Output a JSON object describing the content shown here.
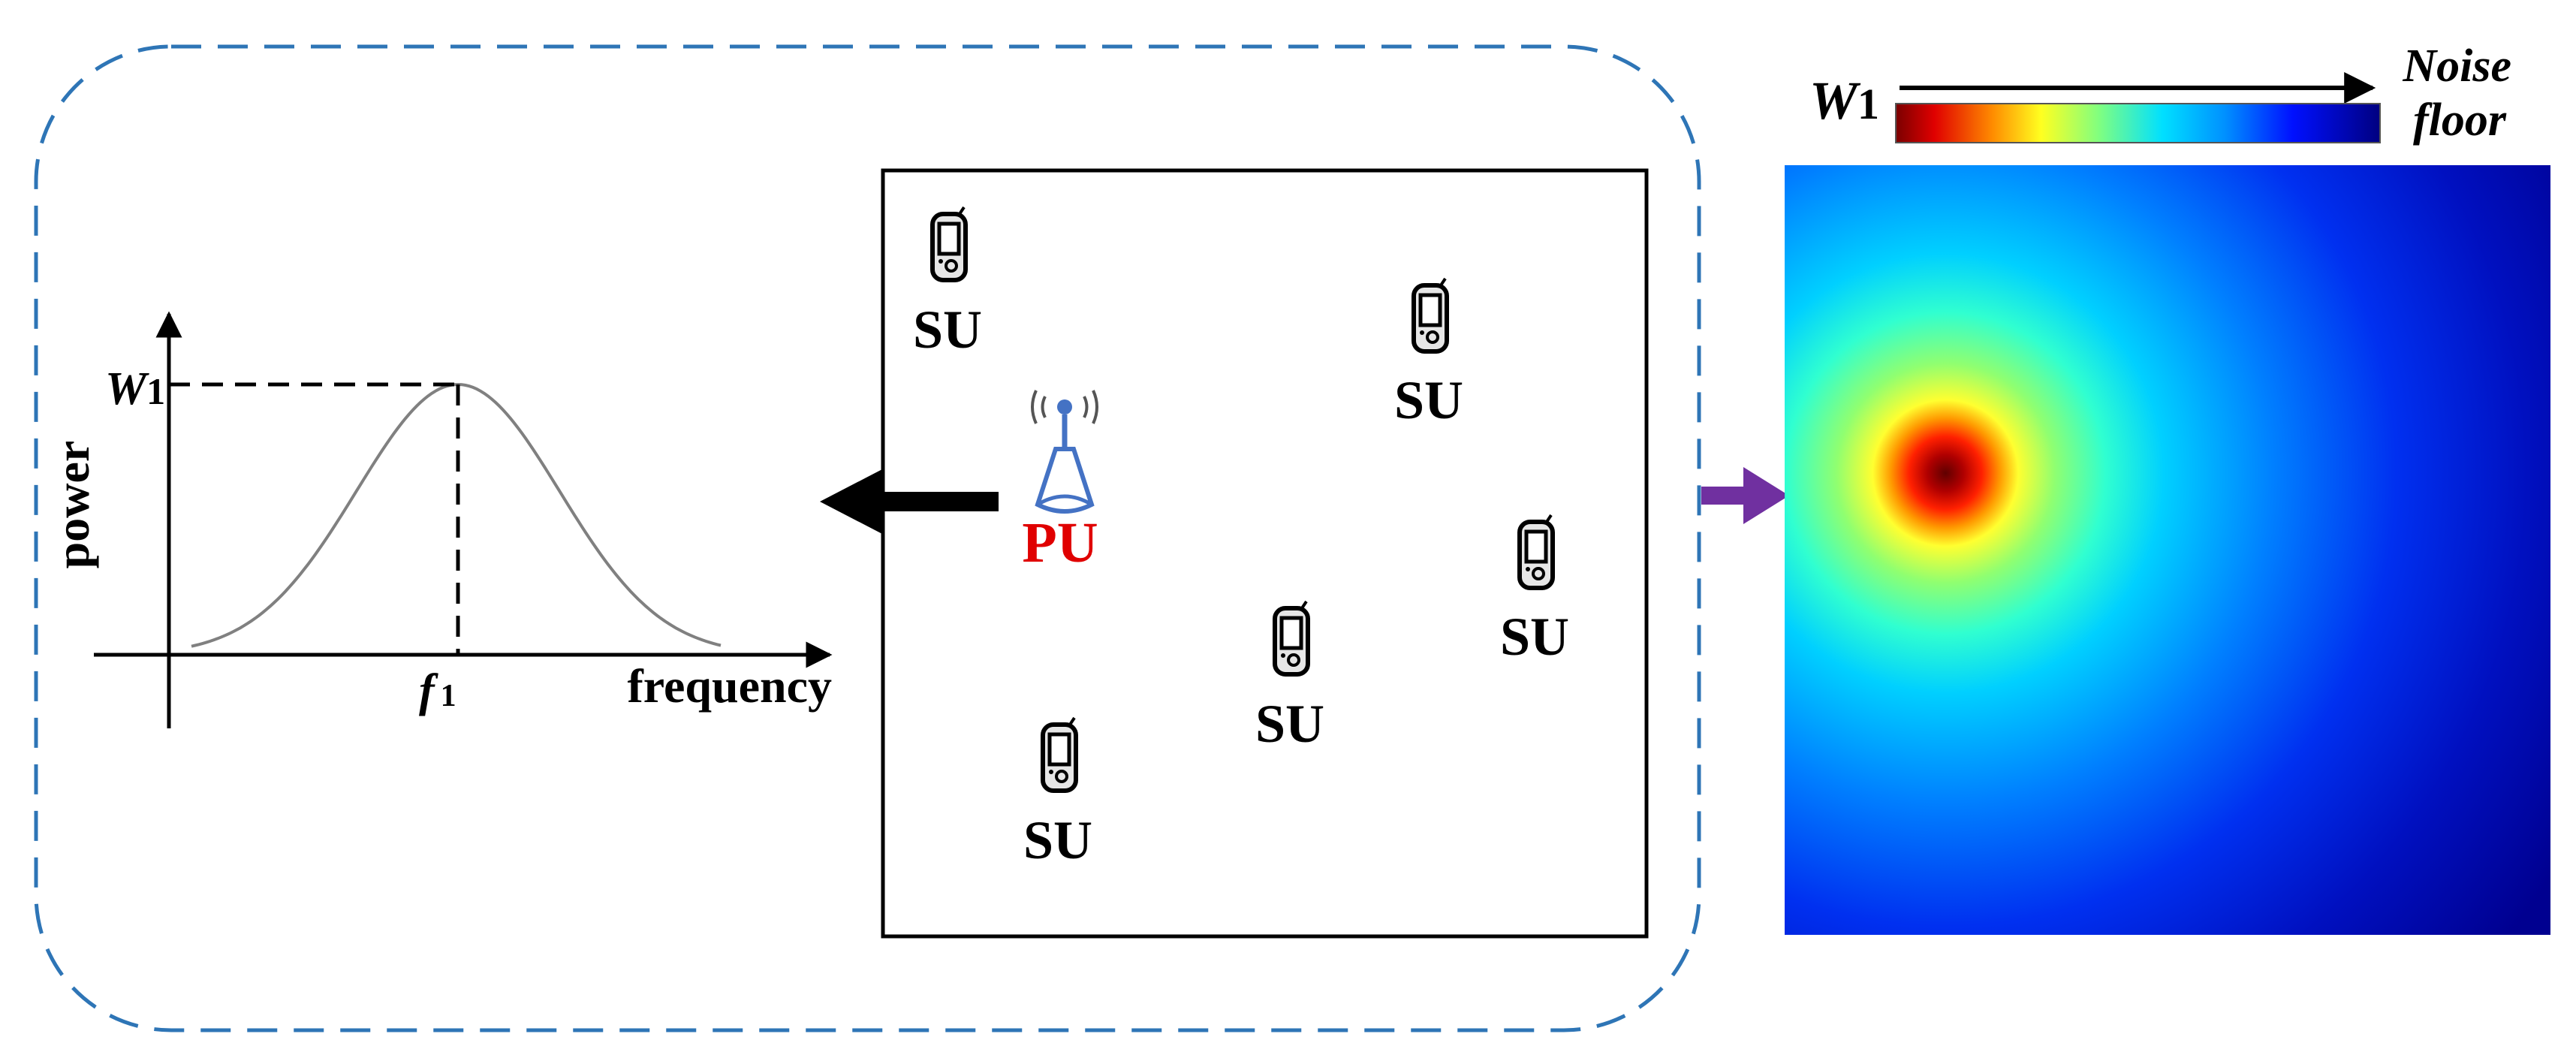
{
  "left_panel": {
    "spectrum": {
      "y_axis_label": "power",
      "x_axis_label": "frequency",
      "peak_label": {
        "main": "W",
        "sub": "1"
      },
      "freq_label": {
        "main": "f",
        "sub": "1"
      }
    }
  },
  "field": {
    "pu_label": "PU",
    "su_labels": [
      "SU",
      "SU",
      "SU",
      "SU",
      "SU"
    ]
  },
  "colorbar": {
    "left_label": {
      "main": "W",
      "sub": "1"
    },
    "right_label_line1": "Noise",
    "right_label_line2": "floor"
  },
  "colors": {
    "dashed_border": "#2E75B6",
    "pu_text": "#E00000",
    "pu_tower": "#4472C4",
    "output_arrow": "#7030A0",
    "input_arrow": "#000000"
  },
  "icons": [
    "antenna-icon",
    "phone-icon"
  ]
}
